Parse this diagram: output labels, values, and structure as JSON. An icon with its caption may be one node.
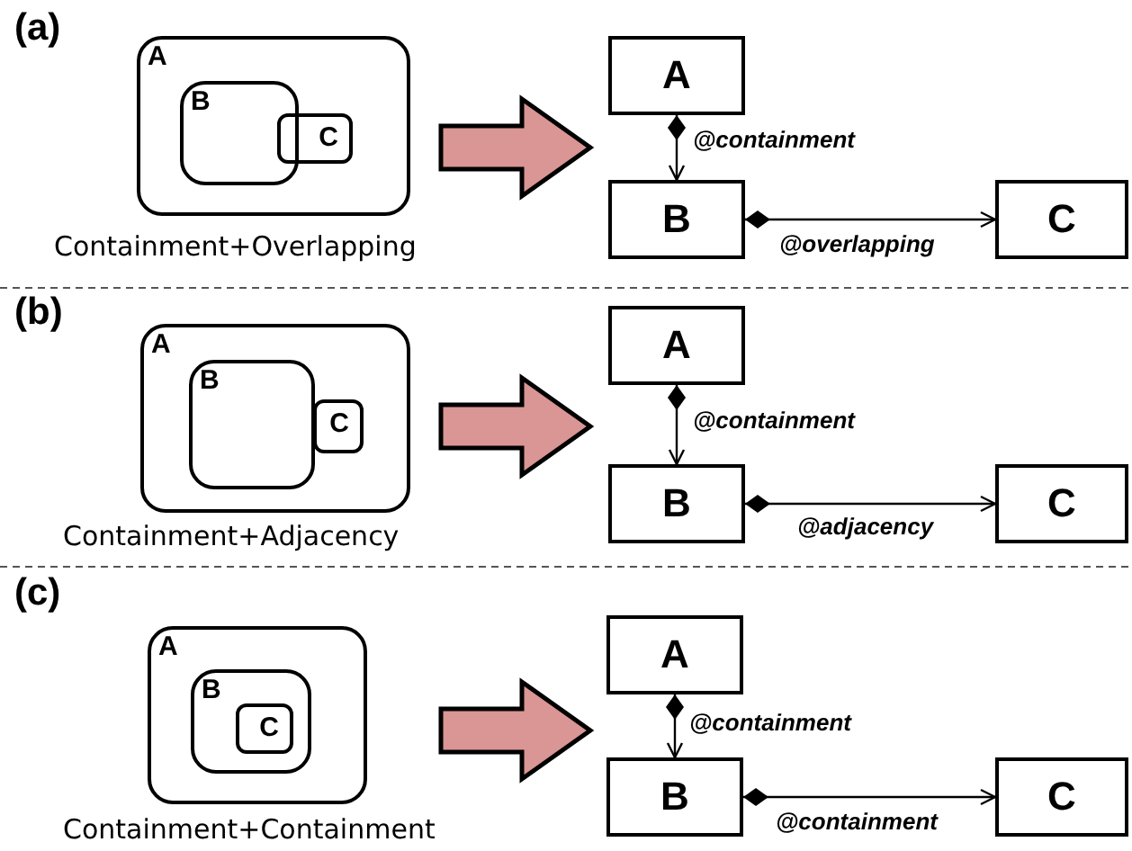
{
  "diagram": {
    "nodes": [
      {
        "text": [
          "A"
        ],
        "beside": [
          "Containment+Overlapping"
        ]
      },
      {
        "text": [
          "B"
        ],
        "in": 0
      },
      {
        "text": [
          "C"
        ],
        "in": 0
      },
      {
        "text": [
          "A"
        ]
      },
      {
        "text": [
          "B"
        ]
      },
      {
        "text": [
          "C"
        ]
      },
      {
        "text": [
          "A"
        ],
        "beside": [
          "Containment+Adjacency"
        ]
      },
      {
        "text": [
          "B"
        ],
        "in": 6
      },
      {
        "text": [
          "C"
        ],
        "in": 6
      },
      {
        "text": [
          "A"
        ]
      },
      {
        "text": [
          "B"
        ]
      },
      {
        "text": [
          "C"
        ]
      },
      {
        "text": [
          "A"
        ],
        "beside": [
          "Containment+Containment"
        ]
      },
      {
        "text": [
          "B"
        ],
        "in": 12
      },
      {
        "text": [
          "C"
        ],
        "in": 13
      },
      {
        "text": [
          "A"
        ]
      },
      {
        "text": [
          "B"
        ]
      },
      {
        "text": [
          "C"
        ]
      }
    ],
    "edges": [
      {
        "from": 3,
        "to": 4,
        "arrow": "to",
        "label": "@containment"
      },
      {
        "from": 4,
        "to": 5,
        "arrow": "to",
        "label": "@overlapping"
      },
      {
        "from": 9,
        "to": 10,
        "arrow": "to",
        "label": "@containment"
      },
      {
        "from": 10,
        "to": 11,
        "arrow": "to",
        "label": "@adjacency"
      },
      {
        "from": 15,
        "to": 16,
        "arrow": "to",
        "label": "@containment"
      },
      {
        "from": 16,
        "to": 17,
        "arrow": "to",
        "label": "@containment"
      }
    ],
    "labels": [
      "(a)",
      "(b)",
      "(c)"
    ]
  }
}
